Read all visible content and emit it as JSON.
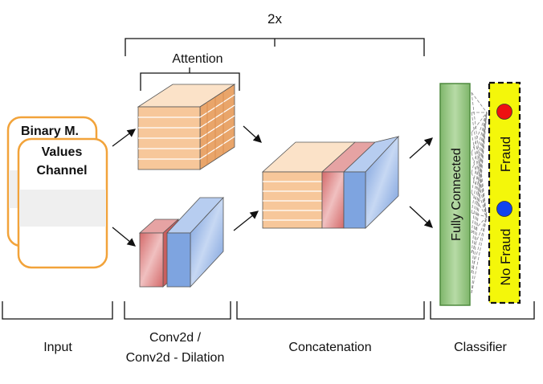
{
  "top_label": "2x",
  "attention_label": "Attention",
  "input_cards": {
    "back_card_label": "Binary M.",
    "front_card_label_line1": "Values",
    "front_card_label_line2": "Channel"
  },
  "fully_connected_label": "Fully Connected",
  "output_labels": {
    "fraud": "Fraud",
    "no_fraud": "No Fraud"
  },
  "sections": {
    "input": "Input",
    "conv_line1": "Conv2d /",
    "conv_line2": "Conv2d - Dilation",
    "concatenation": "Concatenation",
    "classifier": "Classifier"
  },
  "colors": {
    "input_border": "#f2a33a",
    "orange_face": "#f7c79a",
    "orange_stripe": "#e8a061",
    "red_block": "#d97b7b",
    "blue_block": "#8bb0e6",
    "fc_fill": "#8fbf7a",
    "fc_border": "#4f8a3e",
    "output_fill": "#f4f70a",
    "fraud_dot": "#ee1111",
    "no_fraud_dot": "#1144ee"
  }
}
